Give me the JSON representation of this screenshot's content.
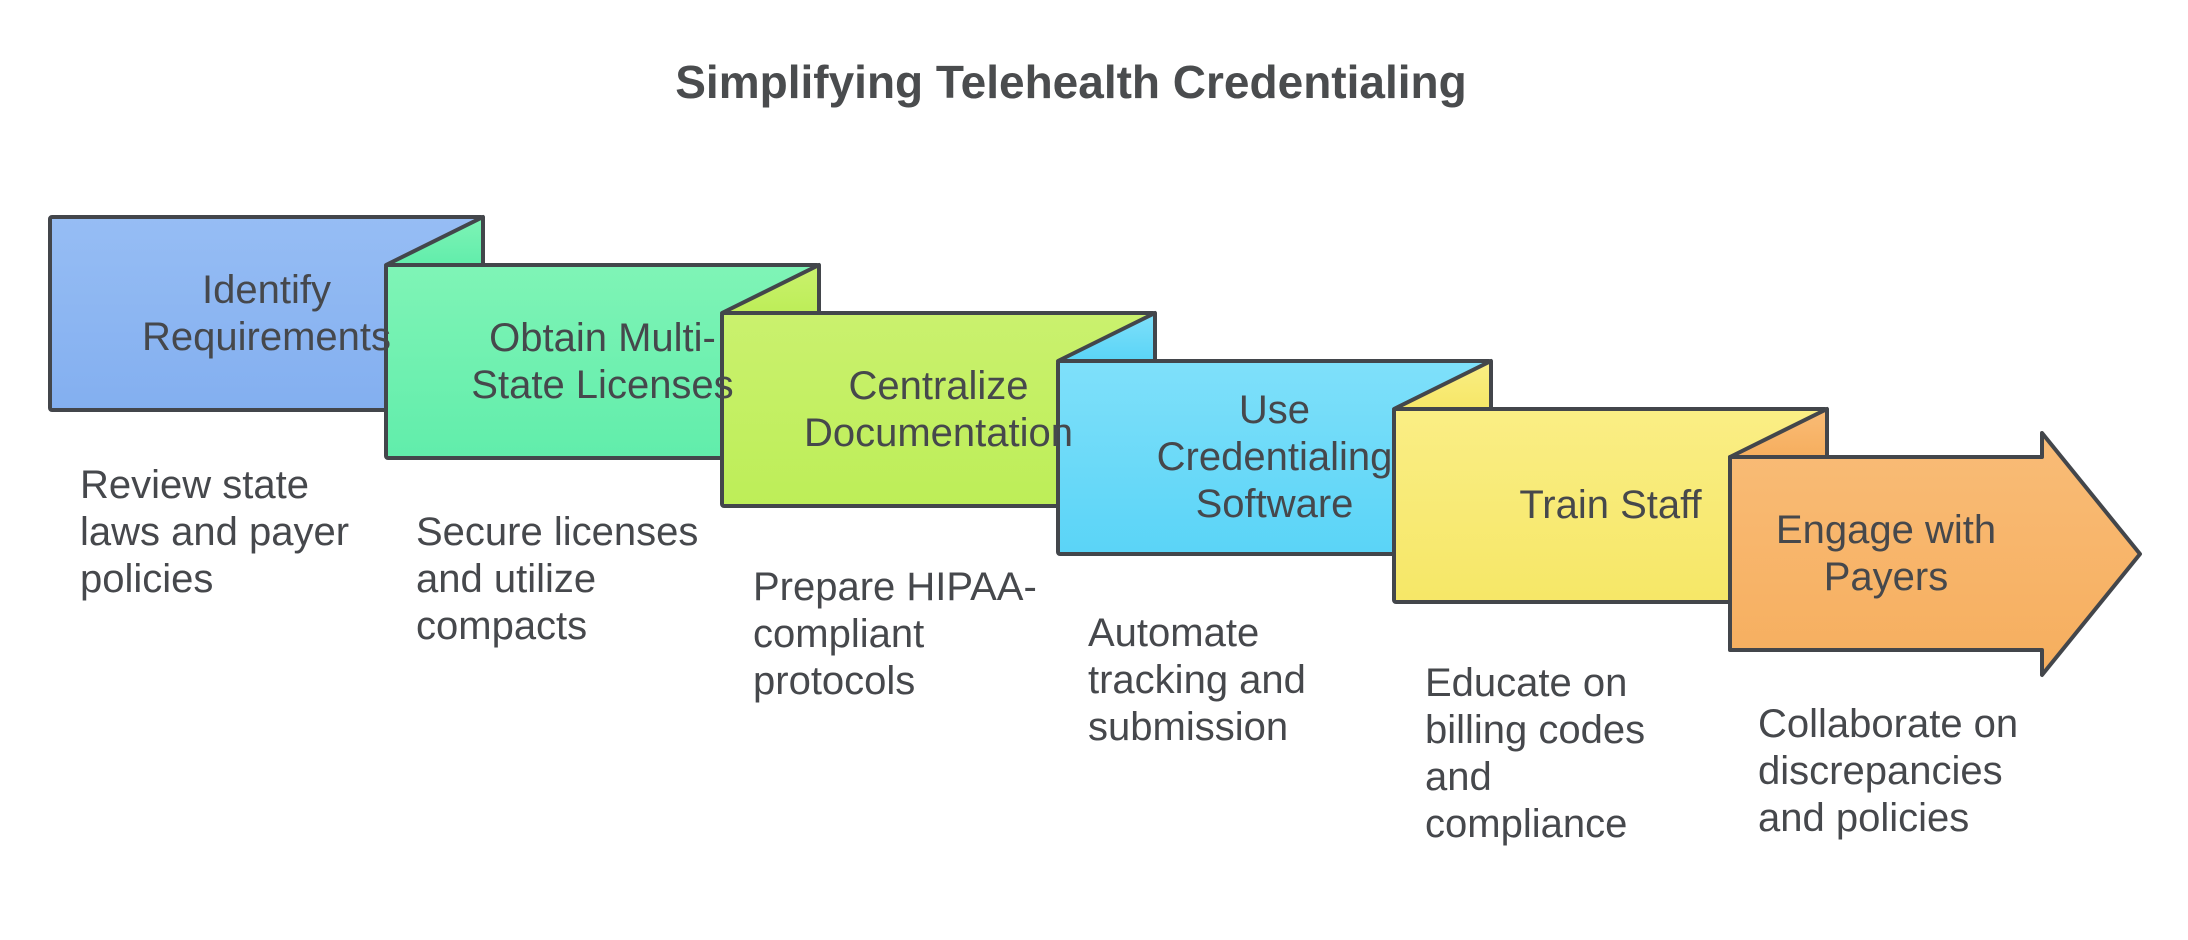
{
  "title": "Simplifying Telehealth Credentialing",
  "colors": {
    "background": "#ffffff",
    "border": "#43464b",
    "text": "#46484c",
    "title": "#4a4c4e"
  },
  "steps": [
    {
      "label": "Identify Requirements",
      "label_lines": [
        "Identify",
        "Requirements"
      ],
      "description": "Review state laws and payer policies",
      "desc_lines": [
        "Review state",
        "laws and payer",
        "policies"
      ],
      "gradient": [
        "#96bdf4",
        "#83aff0"
      ]
    },
    {
      "label": "Obtain Multi-State Licenses",
      "label_lines": [
        "Obtain Multi-",
        "State Licenses"
      ],
      "description": "Secure licenses and utilize compacts",
      "desc_lines": [
        "Secure licenses",
        "and utilize",
        "compacts"
      ],
      "gradient": [
        "#7ff4b6",
        "#61edab"
      ]
    },
    {
      "label": "Centralize Documentation",
      "label_lines": [
        "Centralize",
        "Documentation"
      ],
      "description": "Prepare HIPAA-compliant protocols",
      "desc_lines": [
        "Prepare HIPAA-",
        "compliant",
        "protocols"
      ],
      "gradient": [
        "#caf16e",
        "#bdee58"
      ]
    },
    {
      "label": "Use Credentialing Software",
      "label_lines": [
        "Use",
        "Credentialing",
        "Software"
      ],
      "description": "Automate tracking and submission",
      "desc_lines": [
        "Automate",
        "tracking and",
        "submission"
      ],
      "gradient": [
        "#7fe0fa",
        "#5ad4f7"
      ]
    },
    {
      "label": "Train Staff",
      "label_lines": [
        "Train Staff"
      ],
      "description": "Educate on billing codes and compliance",
      "desc_lines": [
        "Educate on",
        "billing codes",
        "and",
        "compliance"
      ],
      "gradient": [
        "#faee85",
        "#f6e767"
      ]
    },
    {
      "label": "Engage with Payers",
      "label_lines": [
        "Engage with",
        "Payers"
      ],
      "description": "Collaborate on discrepancies and policies",
      "desc_lines": [
        "Collaborate on",
        "discrepancies",
        "and policies"
      ],
      "gradient": [
        "#f9bc77",
        "#f6ae5e"
      ]
    }
  ]
}
